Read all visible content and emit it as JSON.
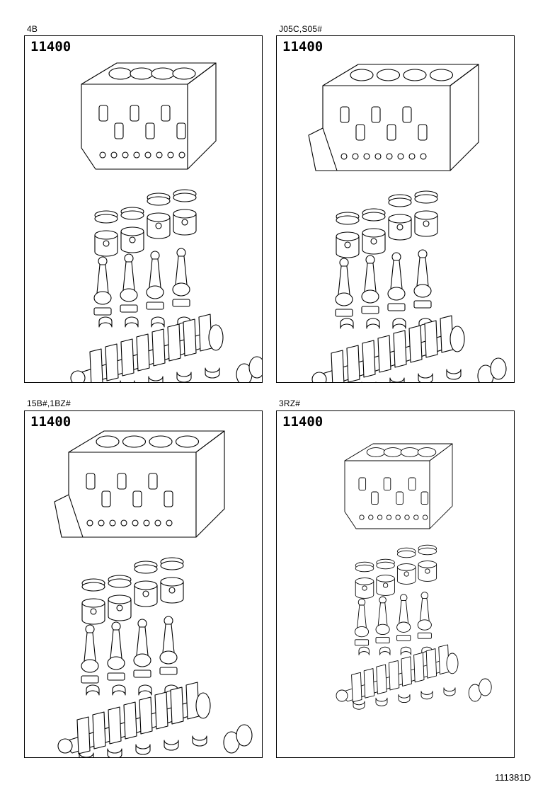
{
  "panels": [
    {
      "model": "4B",
      "part_number": "11400",
      "drawing": "engine-block-assembly-4b"
    },
    {
      "model": "J05C,S05#",
      "part_number": "11400",
      "drawing": "engine-block-assembly-j05c"
    },
    {
      "model": "15B#,1BZ#",
      "part_number": "11400",
      "drawing": "engine-block-assembly-15b"
    },
    {
      "model": "3RZ#",
      "part_number": "11400",
      "drawing": "engine-block-assembly-3rz"
    }
  ],
  "footer": {
    "illustration_id": "111381D"
  }
}
